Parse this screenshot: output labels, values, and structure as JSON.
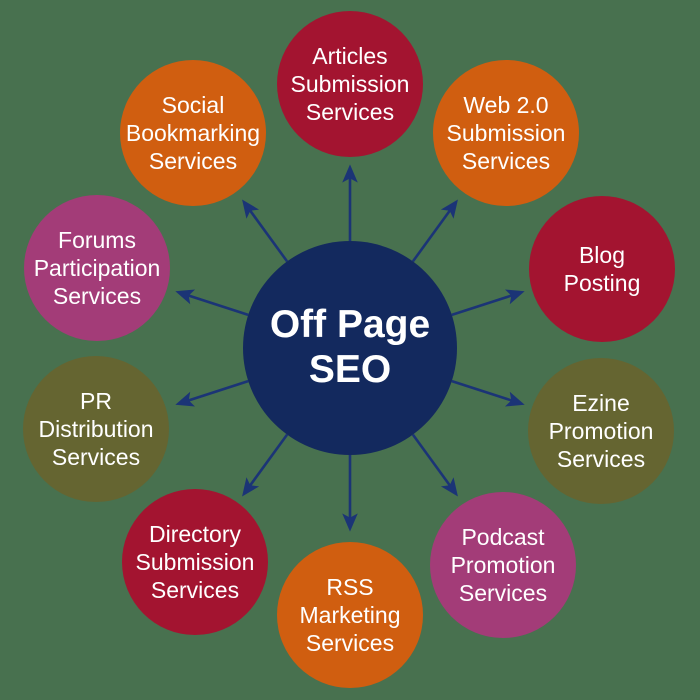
{
  "diagram_title": "Off Page SEO",
  "colors": {
    "background": "#48714F",
    "arrow": "#1B3476",
    "red": "#A31430",
    "orange": "#D05E10",
    "olive": "#656531",
    "magenta": "#A33C78",
    "navy": "#13295E",
    "text": "#FFFFFF"
  },
  "center": {
    "label_lines": [
      "Off Page",
      "SEO"
    ],
    "color": "#13295E"
  },
  "nodes": [
    {
      "id": "articles-submission-services",
      "label_lines": [
        "Articles",
        "Submission",
        "Services"
      ],
      "color": "#A31430",
      "position": "top"
    },
    {
      "id": "web-20-submission-services",
      "label_lines": [
        "Web 2.0",
        "Submission",
        "Services"
      ],
      "color": "#D05E10",
      "position": "top-right"
    },
    {
      "id": "blog-posting",
      "label_lines": [
        "Blog",
        "Posting"
      ],
      "color": "#A31430",
      "position": "right-upper"
    },
    {
      "id": "ezine-promotion-services",
      "label_lines": [
        "Ezine",
        "Promotion",
        "Services"
      ],
      "color": "#656531",
      "position": "right-lower"
    },
    {
      "id": "podcast-promotion-services",
      "label_lines": [
        "Podcast",
        "Promotion",
        "Services"
      ],
      "color": "#A33C78",
      "position": "bottom-right"
    },
    {
      "id": "rss-marketing-services",
      "label_lines": [
        "RSS",
        "Marketing",
        "Services"
      ],
      "color": "#D05E10",
      "position": "bottom"
    },
    {
      "id": "directory-submission-services",
      "label_lines": [
        "Directory",
        "Submission",
        "Services"
      ],
      "color": "#A31430",
      "position": "bottom-left"
    },
    {
      "id": "pr-distribution-services",
      "label_lines": [
        "PR",
        "Distribution",
        "Services"
      ],
      "color": "#656531",
      "position": "left-lower"
    },
    {
      "id": "forums-participation-services",
      "label_lines": [
        "Forums",
        "Participation",
        "Services"
      ],
      "color": "#A33C78",
      "position": "left-upper"
    },
    {
      "id": "social-bookmarking-services",
      "label_lines": [
        "Social",
        "Bookmarking",
        "Services"
      ],
      "color": "#D05E10",
      "position": "top-left"
    }
  ]
}
